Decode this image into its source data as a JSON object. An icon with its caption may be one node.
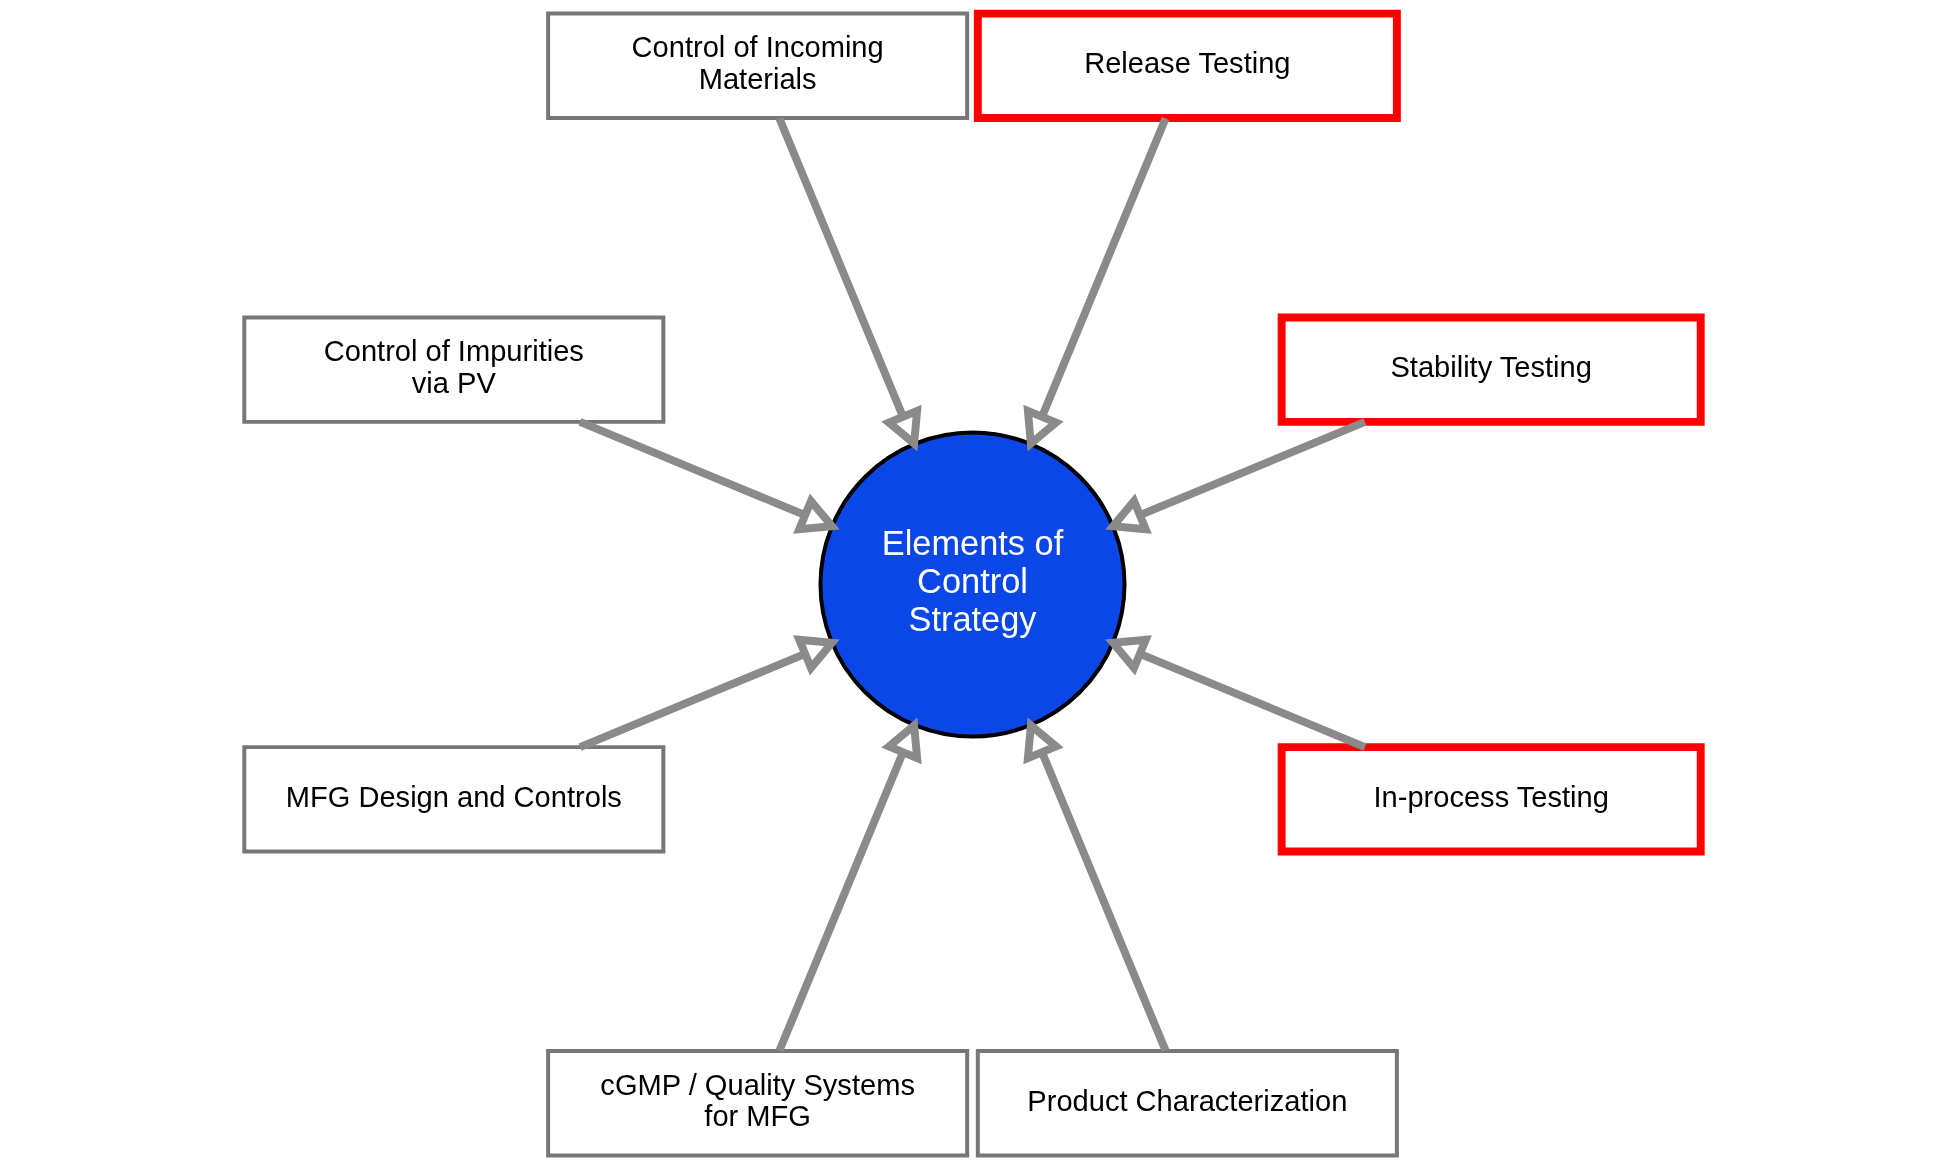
{
  "diagram": {
    "nodes": [
      {
        "text": [
          "Release Testing"
        ]
      },
      {
        "text": [
          "Control of Incoming Materials"
        ]
      },
      {
        "text": [
          "Stability Testing"
        ]
      },
      {
        "text": [
          "Control of Impurities via PV"
        ]
      },
      {
        "text": [
          "Elements of Control Strategy"
        ]
      },
      {
        "text": [
          "In-process Testing"
        ]
      },
      {
        "text": [
          "MFG Design and Controls"
        ]
      },
      {
        "text": [
          "Product Characterization"
        ]
      },
      {
        "text": [
          "cGMP / Quality Systems for MFG"
        ]
      }
    ],
    "edges": [
      {
        "from": 0,
        "to": 4,
        "arrow": "to"
      },
      {
        "from": 2,
        "to": 4,
        "arrow": "to"
      },
      {
        "from": 5,
        "to": 4,
        "arrow": "to"
      },
      {
        "from": 7,
        "to": 4,
        "arrow": "to"
      },
      {
        "from": 8,
        "to": 4,
        "arrow": "to"
      },
      {
        "from": 6,
        "to": 4,
        "arrow": "to"
      },
      {
        "from": 3,
        "to": 4,
        "arrow": "to"
      },
      {
        "from": 1,
        "to": 4,
        "arrow": "to"
      }
    ]
  }
}
